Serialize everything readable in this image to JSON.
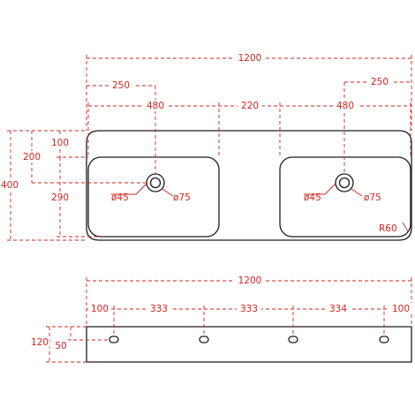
{
  "top_view": {
    "overall_width": "1200",
    "drain_offset_left": "250",
    "drain_offset_right": "250",
    "bowl_width_left": "480",
    "bowl_gap": "220",
    "bowl_width_right": "480",
    "depth": "400",
    "drain_from_back": "200",
    "bowl_top_margin": "100",
    "bowl_depth": "290",
    "drain_hole_left": "ø45",
    "drain_ring_left": "ø75",
    "drain_hole_right": "ø45",
    "drain_ring_right": "ø75",
    "corner_radius": "R60"
  },
  "front_view": {
    "overall_width": "1200",
    "segments": [
      "100",
      "333",
      "333",
      "334",
      "100"
    ],
    "height": "120",
    "slot_height": "50"
  },
  "colors": {
    "dimension": "#d0241d",
    "outline": "#1c1c1c"
  }
}
